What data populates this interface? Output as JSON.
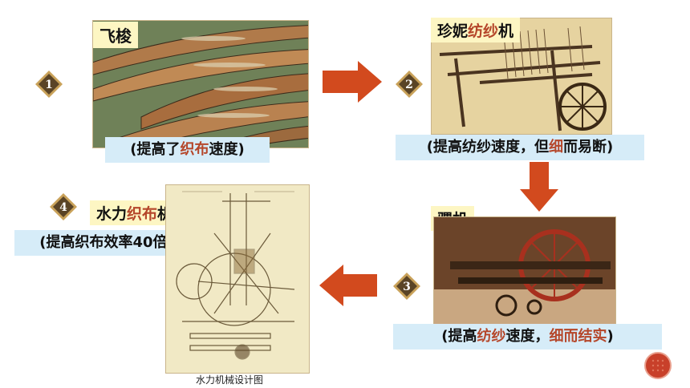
{
  "steps": [
    {
      "num": "1",
      "title": "飞梭",
      "caption": {
        "pre": "(提高了",
        "hl": "织布",
        "post": "速度)"
      }
    },
    {
      "num": "2",
      "title": {
        "pre": "珍妮",
        "hl": "纺纱",
        "post": "机"
      },
      "caption": {
        "pre": "(提高纺纱速度，但",
        "hl": "细",
        "post": "而易断)"
      }
    },
    {
      "num": "3",
      "title": "骡机",
      "caption": {
        "pre": "(提高",
        "hl1": "纺纱",
        "mid": "速度，",
        "hl2": "细而结实",
        "post": ")"
      }
    },
    {
      "num": "4",
      "title": {
        "pre": "水力",
        "hl": "织布",
        "post": "机"
      },
      "caption": "(提高织布效率40倍)"
    }
  ],
  "figure_caption": "水力机械设计图",
  "colors": {
    "arrow": "#d24a1e",
    "caption_bg": "#d6ecf8",
    "title_bg": "#fdf6c3",
    "badge": "#5a4426",
    "highlight": "#b5462a"
  }
}
